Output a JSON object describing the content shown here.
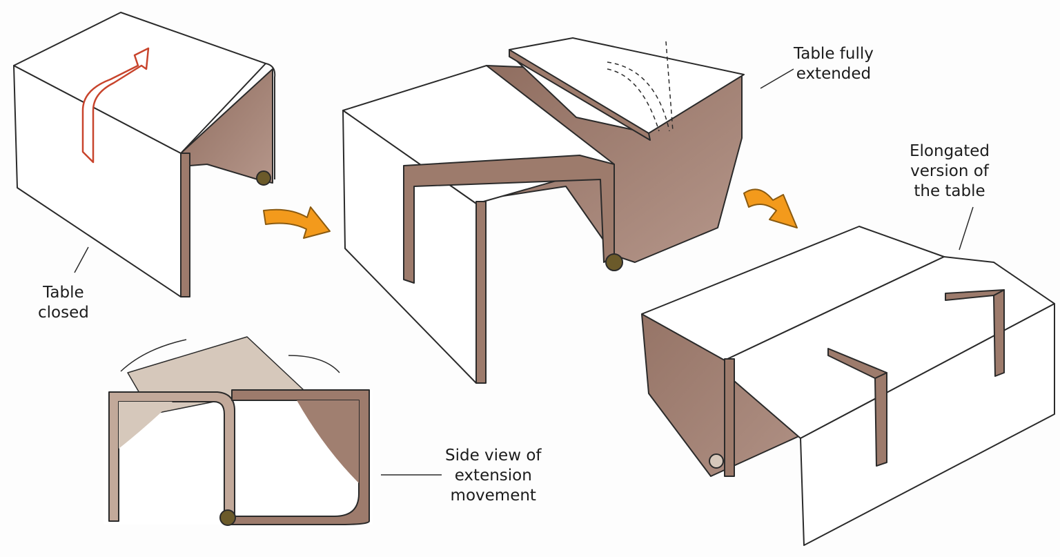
{
  "labels": {
    "extended": [
      "Table fully",
      "extended"
    ],
    "elongated": [
      "Elongated",
      "version of",
      "the table"
    ],
    "closed": [
      "Table",
      "closed"
    ],
    "side_view": [
      "Side view of",
      "extension",
      "movement"
    ]
  },
  "colors": {
    "wood": "#a07f70",
    "wood_light": "#d6c8bb",
    "surface": "#ffffff",
    "outline": "#2a2a2a",
    "arrow": "#f39a1c",
    "hinge": "#6b5a2a",
    "motion_arrow_red": "#c8442c"
  }
}
